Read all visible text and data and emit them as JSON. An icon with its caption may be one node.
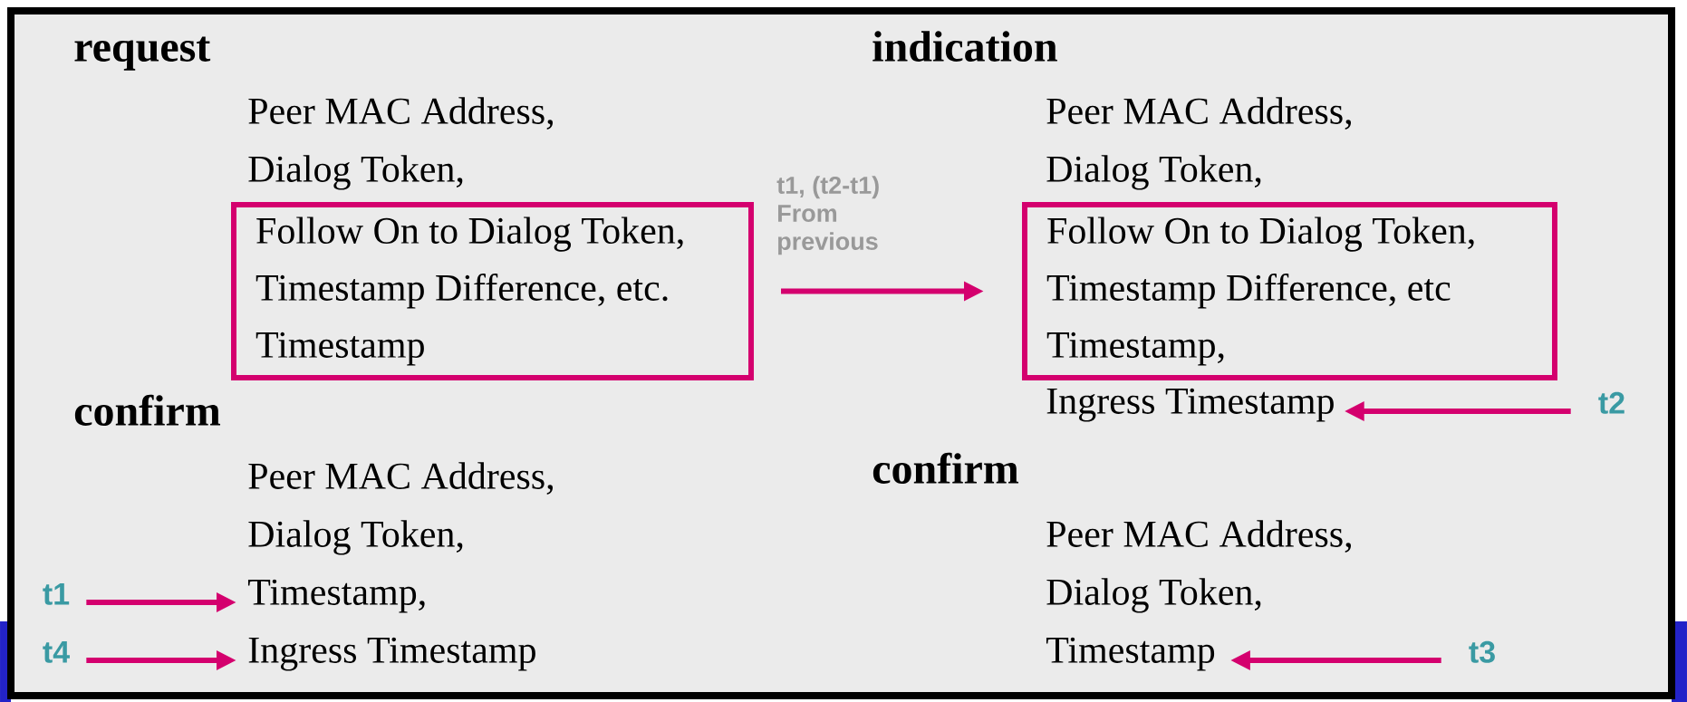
{
  "diagram": {
    "nodes": [
      {
        "text": [
          "Follow On to Dialog Token,",
          "Timestamp Difference, etc.",
          "Timestamp"
        ]
      },
      {
        "text": [
          "Follow On to Dialog Token,",
          "Timestamp Difference, etc",
          "Timestamp,"
        ]
      },
      {
        "text": [
          "Ingress Timestamp"
        ]
      },
      {
        "text": [
          "t2"
        ]
      },
      {
        "text": [
          "t1"
        ]
      },
      {
        "text": [
          "Timestamp,"
        ]
      },
      {
        "text": [
          "t4"
        ]
      },
      {
        "text": [
          "Ingress Timestamp"
        ]
      },
      {
        "text": [
          "t3"
        ]
      },
      {
        "text": [
          "Timestamp"
        ]
      }
    ],
    "edges": [
      {
        "from": 0,
        "to": 1,
        "arrow": "to",
        "label": "t1, (t2-t1) From previous"
      },
      {
        "from": 3,
        "to": 2,
        "arrow": "to"
      },
      {
        "from": 4,
        "to": 5,
        "arrow": "to"
      },
      {
        "from": 6,
        "to": 7,
        "arrow": "to"
      },
      {
        "from": 8,
        "to": 9,
        "arrow": "to"
      }
    ],
    "labels": [
      "request",
      "Peer MAC Address,",
      "Dialog Token,",
      "indication",
      "Peer MAC Address,",
      "Dialog Token,",
      "confirm",
      "Peer MAC Address,",
      "Dialog Token,",
      "confirm",
      "Peer MAC Address,",
      "Dialog Token,"
    ]
  }
}
